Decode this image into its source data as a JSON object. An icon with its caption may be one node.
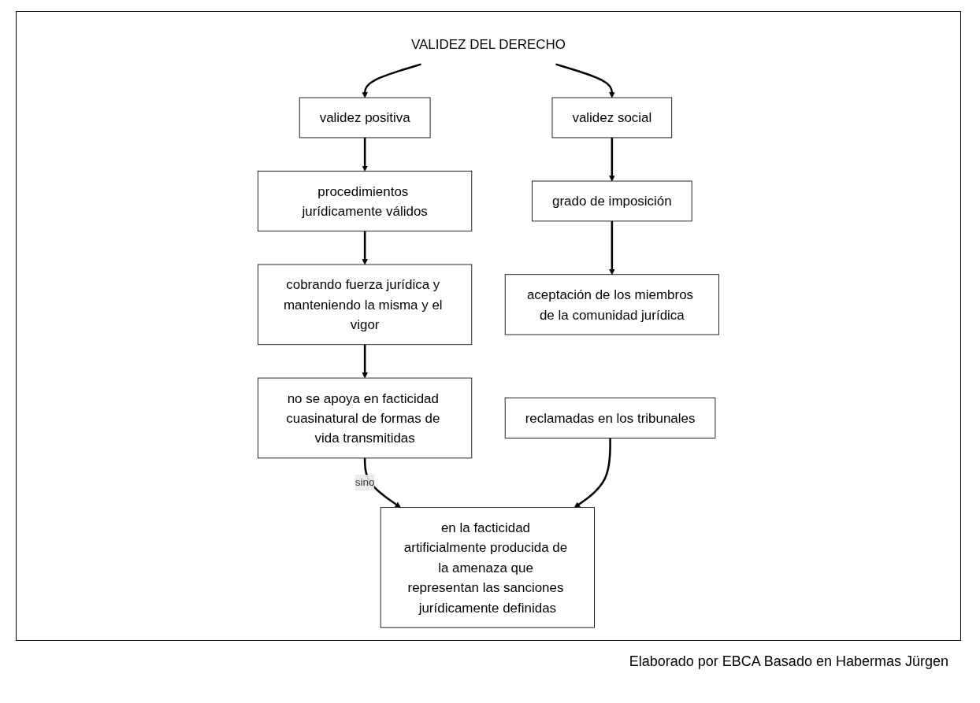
{
  "diagram": {
    "nodes": [
      {
        "text": [
          "VALIDEZ DEL DERECHO"
        ]
      },
      {
        "text": [
          "validez positiva"
        ]
      },
      {
        "text": [
          "validez social"
        ]
      },
      {
        "text": [
          "procedimientos jurídicamente válidos"
        ]
      },
      {
        "text": [
          "grado de imposición"
        ]
      },
      {
        "text": [
          "cobrando fuerza jurídica y manteniendo la misma y el vigor"
        ]
      },
      {
        "text": [
          "aceptación de los miembros de la comunidad jurídica"
        ]
      },
      {
        "text": [
          "no se apoya en facticidad cuasinatural de formas de vida transmitidas"
        ]
      },
      {
        "text": [
          "en la facticidad artificialmente producida de la amenaza que representan las sanciones jurídicamente definidas"
        ]
      },
      {
        "text": [
          "reclamadas en los tribunales"
        ]
      }
    ],
    "edges": [
      {
        "from": 0,
        "to": 1,
        "arrow": "to"
      },
      {
        "from": 0,
        "to": 2,
        "arrow": "to"
      },
      {
        "from": 1,
        "to": 3,
        "arrow": "to"
      },
      {
        "from": 3,
        "to": 5,
        "arrow": "to"
      },
      {
        "from": 5,
        "to": 7,
        "arrow": "to"
      },
      {
        "from": 2,
        "to": 4,
        "arrow": "to"
      },
      {
        "from": 4,
        "to": 6,
        "arrow": "to"
      },
      {
        "from": 7,
        "to": 8,
        "label": "sino",
        "arrow": "to"
      },
      {
        "from": 9,
        "to": 8,
        "arrow": "to"
      }
    ],
    "labels": [
      "Elaborado por EBCA Basado en Habermas Jürgen"
    ]
  }
}
